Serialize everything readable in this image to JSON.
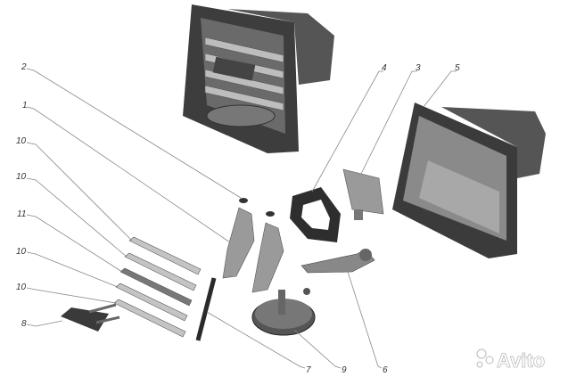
{
  "diagram": {
    "callouts": [
      "2",
      "1",
      "10",
      "10",
      "11",
      "10",
      "10",
      "8",
      "4",
      "3",
      "5",
      "7",
      "9",
      "6"
    ],
    "watermark": "Avito",
    "colors": {
      "dark": "#3a3a3a",
      "mid": "#6e6e6e",
      "light": "#b5b5b5",
      "leader": "#888888"
    }
  }
}
